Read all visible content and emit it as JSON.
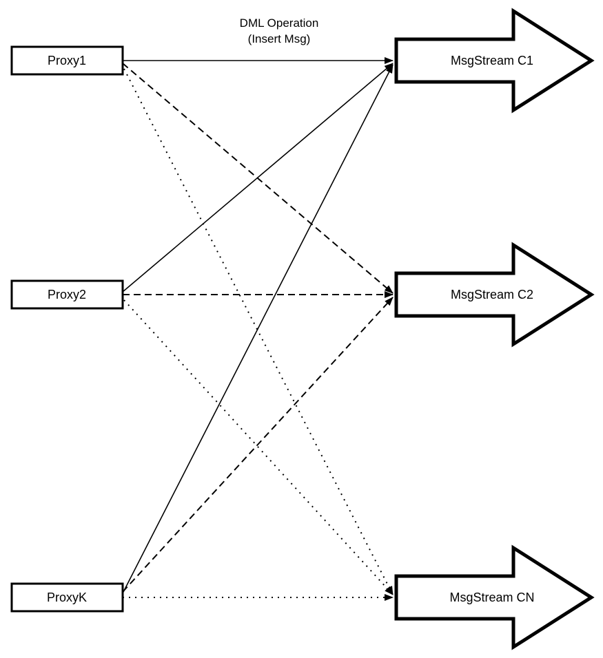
{
  "diagram": {
    "background_color": "#ffffff",
    "stroke_color": "#000000",
    "node_fill_color": "#ffffff",
    "title_line1": "DML Operation",
    "title_line2": "(Insert Msg)",
    "proxies": [
      {
        "label": "Proxy1"
      },
      {
        "label": "Proxy2"
      },
      {
        "label": "ProxyK"
      }
    ],
    "streams": [
      {
        "label": "MsgStream C1"
      },
      {
        "label": "MsgStream C2"
      },
      {
        "label": "MsgStream CN"
      }
    ],
    "edges": [
      {
        "from": "Proxy1",
        "to": "MsgStream C1",
        "style": "solid"
      },
      {
        "from": "Proxy1",
        "to": "MsgStream C2",
        "style": "dashed"
      },
      {
        "from": "Proxy1",
        "to": "MsgStream CN",
        "style": "dotted"
      },
      {
        "from": "Proxy2",
        "to": "MsgStream C1",
        "style": "solid"
      },
      {
        "from": "Proxy2",
        "to": "MsgStream C2",
        "style": "dashed"
      },
      {
        "from": "Proxy2",
        "to": "MsgStream CN",
        "style": "dotted"
      },
      {
        "from": "ProxyK",
        "to": "MsgStream C1",
        "style": "solid"
      },
      {
        "from": "ProxyK",
        "to": "MsgStream C2",
        "style": "dashed"
      },
      {
        "from": "ProxyK",
        "to": "MsgStream CN",
        "style": "dotted"
      }
    ]
  }
}
